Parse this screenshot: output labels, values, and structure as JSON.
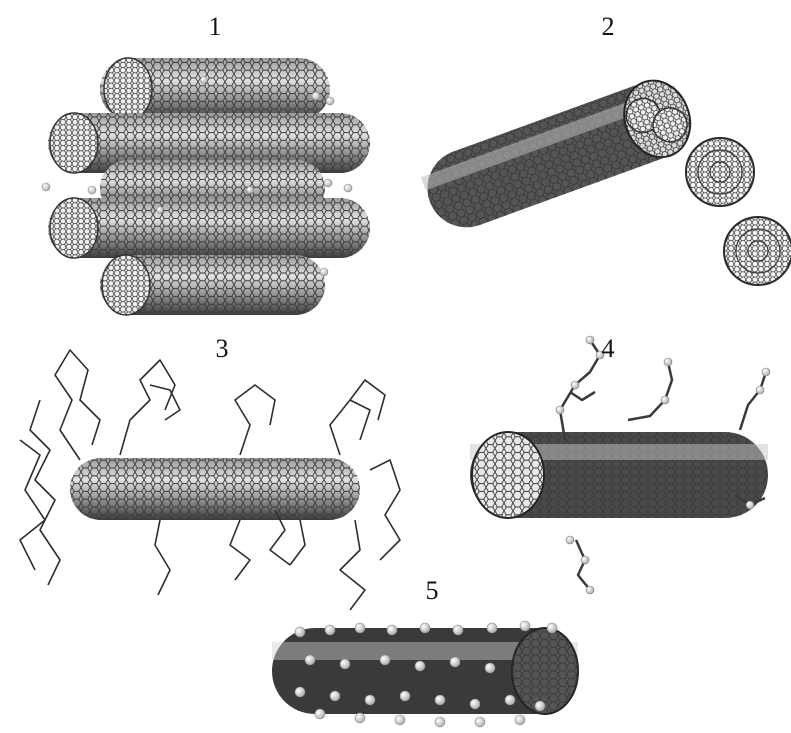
{
  "figure": {
    "panels": [
      {
        "label": "1",
        "content": "bundle-of-carbon-nanotubes-with-dopant-atoms"
      },
      {
        "label": "2",
        "content": "nanotube-filled-with-fullerenes"
      },
      {
        "label": "3",
        "content": "nanotube-with-attached-polymer-chains"
      },
      {
        "label": "4",
        "content": "nanotube-with-attached-molecules"
      },
      {
        "label": "5",
        "content": "nanotube-with-surface-atoms"
      }
    ]
  },
  "colors": {
    "background": "#ffffff",
    "tube_dark": "#2a2a2a",
    "tube_mid": "#7a7a7a",
    "tube_light": "#d8d8d8",
    "atom": "#e8e8e8",
    "label": "#111111"
  }
}
